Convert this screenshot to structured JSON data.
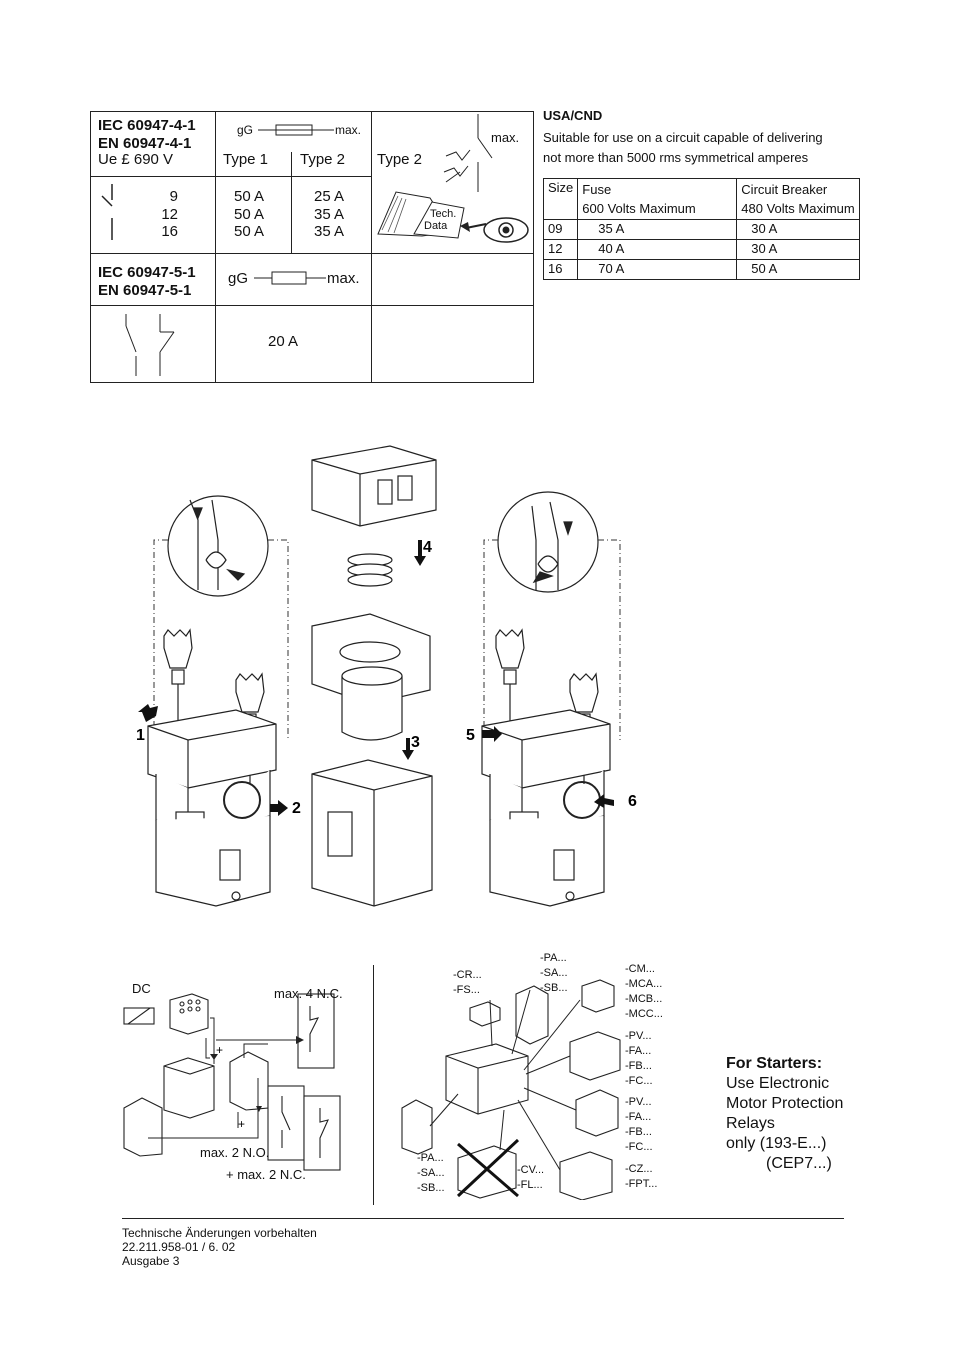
{
  "iec_table": {
    "std1_line1": "IEC 60947-4-1",
    "std1_line2": "EN 60947-4-1",
    "ue": "Ue £ 690 V",
    "fuse_gg": "gG",
    "fuse_max": "max.",
    "type1": "Type 1",
    "type2": "Type 2",
    "type2b": "Type 2",
    "max_label": "max.",
    "sizes": [
      "9",
      "12",
      "16"
    ],
    "type1_values": [
      "50 A",
      "50 A",
      "50 A"
    ],
    "type2_values": [
      "25 A",
      "35 A",
      "35 A"
    ],
    "tech_data_line1": "Tech.",
    "tech_data_line2": "Data",
    "std2_line1": "IEC 60947-5-1",
    "std2_line2": "EN 60947-5-1",
    "fuse2_gg": "gG",
    "fuse2_max": "max.",
    "aux_value": "20 A"
  },
  "usa": {
    "title": "USA/CND",
    "line1": "Suitable for use on a circuit capable of delivering",
    "line2": "not more than 5000 rms symmetrical amperes",
    "header": {
      "size": "Size",
      "fuse": "Fuse",
      "fuse_sub": "600 Volts Maximum",
      "cb": "Circuit Breaker",
      "cb_sub": "480 Volts Maximum"
    },
    "rows": [
      {
        "size": "09",
        "fuse": "35 A",
        "cb": "30 A"
      },
      {
        "size": "12",
        "fuse": "40 A",
        "cb": "30 A"
      },
      {
        "size": "16",
        "fuse": "70 A",
        "cb": "50 A"
      }
    ]
  },
  "steps": [
    "1",
    "2",
    "3",
    "4",
    "5",
    "6"
  ],
  "accessories_left": {
    "dc": "DC",
    "max_nc": "max. 4 N.C.",
    "max_no": "max. 2 N.O.",
    "plus_nc": "+ max. 2 N.C.",
    "plus": "+"
  },
  "accessories_right": {
    "cr": [
      "-CR...",
      "-FS..."
    ],
    "pa_top": [
      "-PA...",
      "-SA...",
      "-SB..."
    ],
    "cm": [
      "-CM...",
      "-MCA...",
      "-MCB...",
      "-MCC..."
    ],
    "pv1": [
      "-PV...",
      "-FA...",
      "-FB...",
      "-FC..."
    ],
    "pv2": [
      "-PV...",
      "-FA...",
      "-FB...",
      "-FC..."
    ],
    "pa_bottom": [
      "-PA...",
      "-SA...",
      "-SB..."
    ],
    "cv": [
      "-CV...",
      "-FL..."
    ],
    "cz": [
      "-CZ...",
      "-FPT..."
    ]
  },
  "starters": {
    "title": "For Starters:",
    "lines": [
      "Use Electronic",
      "Motor Protection",
      "Relays",
      "only  (193-E...)",
      "(CEP7...)"
    ]
  },
  "footer": {
    "line1": "Technische Änderungen vorbehalten",
    "line2": "22.211.958-01 / 6. 02",
    "line3": "Ausgabe 3"
  }
}
